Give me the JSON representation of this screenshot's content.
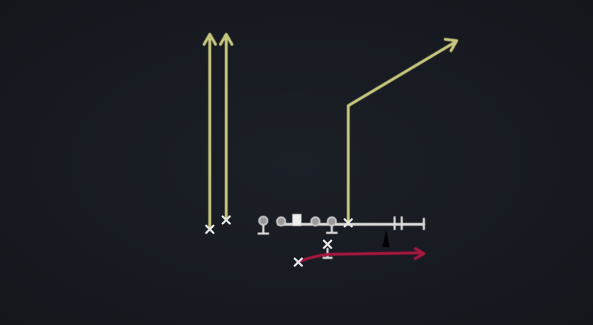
{
  "diagram": {
    "type": "play-diagram",
    "colors": {
      "background": "#171b21",
      "route": "#c9c77e",
      "motion": "#a8193f",
      "player": "#e8e8e8",
      "line_shadow": "#9a9a9a",
      "marker": "#000000"
    },
    "routes": [
      {
        "name": "outside-receiver-go",
        "kind": "go",
        "color_key": "route"
      },
      {
        "name": "slot-receiver-go",
        "kind": "go",
        "color_key": "route"
      },
      {
        "name": "tight-end-corner",
        "kind": "corner",
        "color_key": "route"
      },
      {
        "name": "back-motion",
        "kind": "motion",
        "color_key": "motion"
      }
    ],
    "players": [
      {
        "name": "player-outside-x",
        "symbol": "x"
      },
      {
        "name": "player-slot-x",
        "symbol": "x"
      },
      {
        "name": "player-te-x",
        "symbol": "x"
      },
      {
        "name": "player-back-x",
        "symbol": "x"
      },
      {
        "name": "player-motion-x",
        "symbol": "x"
      },
      {
        "name": "lineman-1",
        "symbol": "circle"
      },
      {
        "name": "lineman-2",
        "symbol": "circle"
      },
      {
        "name": "center",
        "symbol": "square"
      },
      {
        "name": "lineman-3",
        "symbol": "circle"
      },
      {
        "name": "lineman-4",
        "symbol": "circle"
      }
    ]
  }
}
